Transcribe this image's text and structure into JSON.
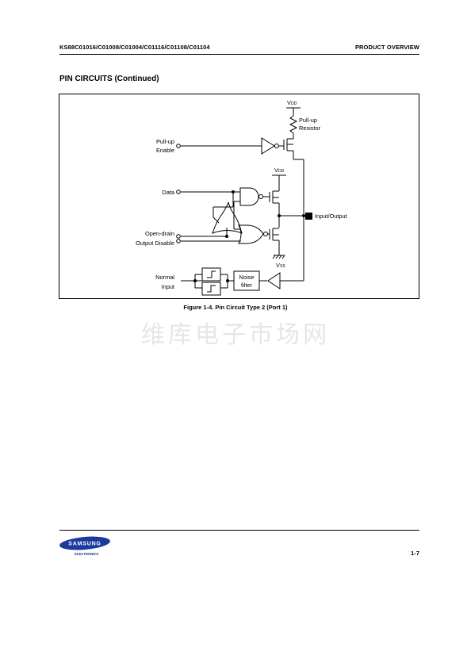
{
  "header": {
    "left": "KS88C01016/C01008/C01004/C01116/C01108/C01104",
    "right": "PRODUCT OVERVIEW"
  },
  "section_title": "PIN CIRCUITS (Continued)",
  "figure": {
    "labels": {
      "vdd_top_main": "V",
      "vdd_top_sub": "DD",
      "pullup_resistor_1": "Pull-up",
      "pullup_resistor_2": "Resistor",
      "pullup_enable_1": "Pull-up",
      "pullup_enable_2": "Enable",
      "vdd_mid_main": "V",
      "vdd_mid_sub": "DD",
      "data": "Data",
      "io": "Input/Output",
      "open_drain_1": "Open-drain",
      "open_drain_2": "Output Disable",
      "vss_main": "V",
      "vss_sub": "SS",
      "normal_1": "Normal",
      "normal_2": "Input",
      "noise_1": "Noise",
      "noise_2": "filter"
    },
    "caption": "Figure 1-4. Pin Circuit Type 2 (Port 1)"
  },
  "watermark": "维库电子市场网",
  "footer": {
    "logo_text": "SAMSUNG",
    "electronics": "ELECTRONICS",
    "page_number": "1-7",
    "logo_color": "#1b3b9c"
  }
}
